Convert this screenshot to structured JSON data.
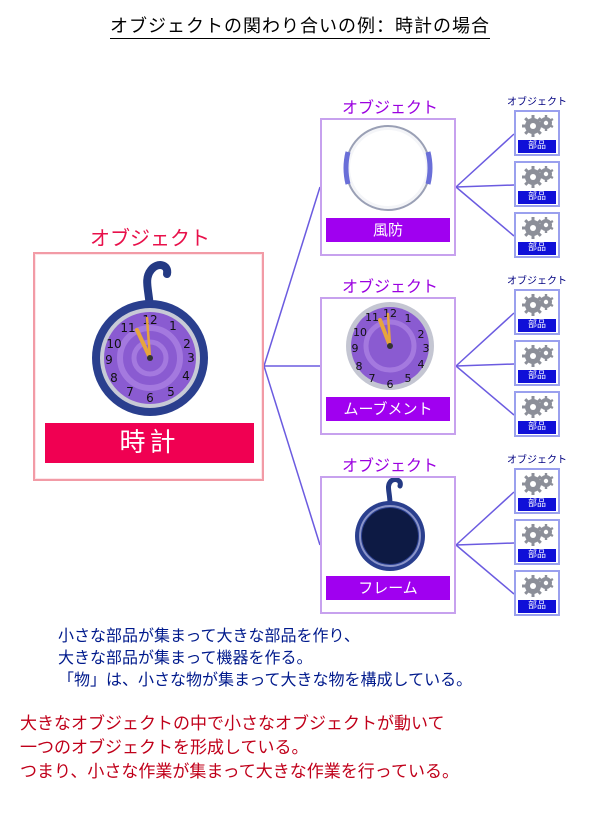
{
  "title": "オブジェクトの関わり合いの例：時計の場合",
  "main": {
    "label": "オブジェクト",
    "name": "時計"
  },
  "subobjects": [
    {
      "label": "オブジェクト",
      "name": "風防"
    },
    {
      "label": "オブジェクト",
      "name": "ムーブメント"
    },
    {
      "label": "オブジェクト",
      "name": "フレーム"
    }
  ],
  "parts": {
    "label": "オブジェクト",
    "tag": "部品"
  },
  "caption": [
    "小さな部品が集まって大きな部品を作り、",
    "大きな部品が集まって機器を作る。",
    "「物」は、小さな物が集まって大きな物を構成している。"
  ],
  "note": [
    "大きなオブジェクトの中で小さなオブジェクトが動いて",
    "一つのオブジェクトを形成している。",
    "つまり、小さな作業が集まって大きな作業を行っている。"
  ],
  "colors": {
    "main_accent": "#f00052",
    "sub_accent": "#a000f0",
    "part_accent": "#1010d8",
    "connector": "#6b5be0"
  },
  "icons": [
    "clock-icon",
    "glass-icon",
    "movement-icon",
    "frame-icon",
    "gear-icon"
  ]
}
